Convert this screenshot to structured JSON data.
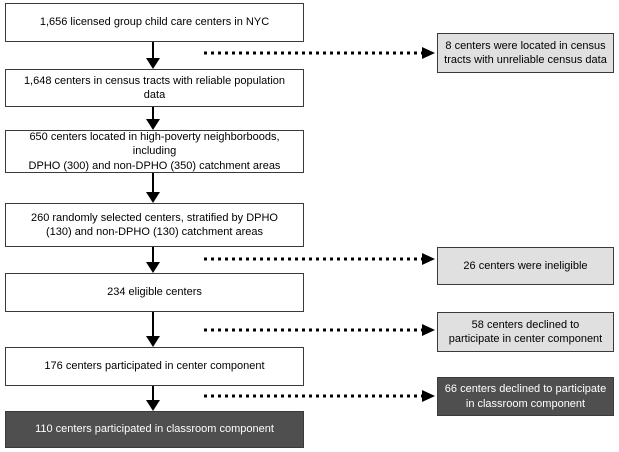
{
  "flowchart": {
    "main_flow": [
      {
        "text": "1,656 licensed group child care centers in NYC",
        "style": "white"
      },
      {
        "text": "1,648 centers in census tracts with reliable population data",
        "style": "white"
      },
      {
        "text": "650 centers located in high-poverty neighborboods, including\nDPHO (300) and non-DPHO (350) catchment areas",
        "style": "white"
      },
      {
        "text": "260 randomly selected centers, stratified by DPHO\n(130) and non-DPHO (130) catchment areas",
        "style": "white"
      },
      {
        "text": "234 eligible centers",
        "style": "white"
      },
      {
        "text": "176 centers participated in center component",
        "style": "white"
      },
      {
        "text": "110 centers participated in classroom component",
        "style": "dark"
      }
    ],
    "exclusions": [
      {
        "text": "8 centers were located in census\ntracts with unreliable census data",
        "style": "light"
      },
      {
        "text": "26 centers were ineligible",
        "style": "light"
      },
      {
        "text": "58 centers declined to\nparticipate in center component",
        "style": "light"
      },
      {
        "text": "66 centers declined to participate\nin classroom component",
        "style": "dark"
      }
    ],
    "colors": {
      "box_white": "#ffffff",
      "box_light_gray": "#e0e0e0",
      "box_dark_gray": "#4f4f4f",
      "border": "#3a3a3a",
      "arrow": "#000000",
      "text_dark": "#000000",
      "text_light": "#ffffff"
    }
  }
}
